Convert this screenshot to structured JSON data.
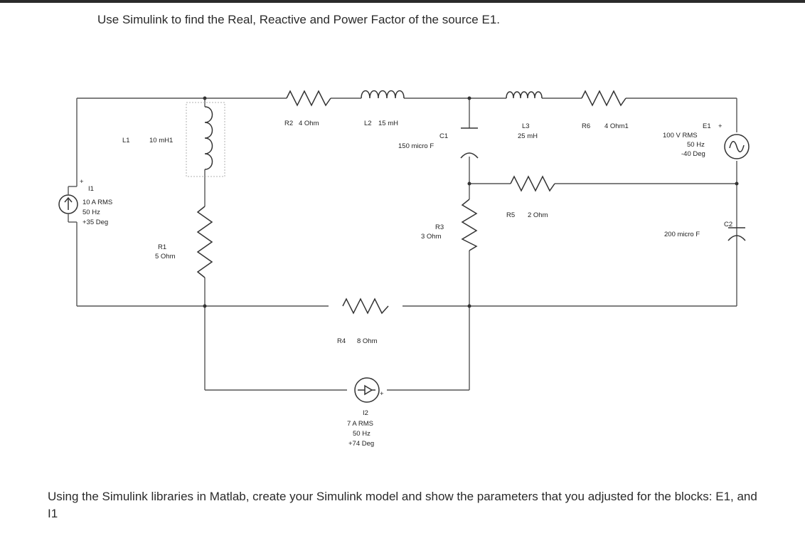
{
  "question": {
    "heading": "Use Simulink to find the Real, Reactive and Power Factor of the source E1.",
    "footer": "Using the Simulink libraries in Matlab, create your Simulink model and show the parameters that you adjusted for the blocks: E1, and I1"
  },
  "components": {
    "L1": {
      "name": "L1",
      "value": "10 mH1"
    },
    "R2": {
      "name": "R2",
      "value": "4 Ohm"
    },
    "L2": {
      "name": "L2",
      "value": "15 mH"
    },
    "C1": {
      "name": "C1",
      "value": "150 micro F"
    },
    "L3": {
      "name": "L3",
      "value": "25 mH"
    },
    "R6": {
      "name": "R6",
      "value": "4 Ohm1"
    },
    "E1": {
      "name": "E1",
      "plus": "+",
      "amplitude": "100 V RMS",
      "frequency": "50 Hz",
      "phase": "-40 Deg"
    },
    "I1": {
      "name": "I1",
      "plus": "+",
      "amplitude": "10 A RMS",
      "frequency": "50 Hz",
      "phase": "+35 Deg"
    },
    "R1": {
      "name": "R1",
      "value": "5 Ohm"
    },
    "R3": {
      "name": "R3",
      "value": "3 Ohm"
    },
    "R5": {
      "name": "R5",
      "value": "2 Ohm"
    },
    "C2": {
      "name": "C2",
      "value": "200 micro F"
    },
    "R4": {
      "name": "R4",
      "value": "8 Ohm"
    },
    "I2": {
      "name": "I2",
      "plus": "+",
      "amplitude": "7 A RMS",
      "frequency": "50 Hz",
      "phase": "+74 Deg"
    }
  }
}
